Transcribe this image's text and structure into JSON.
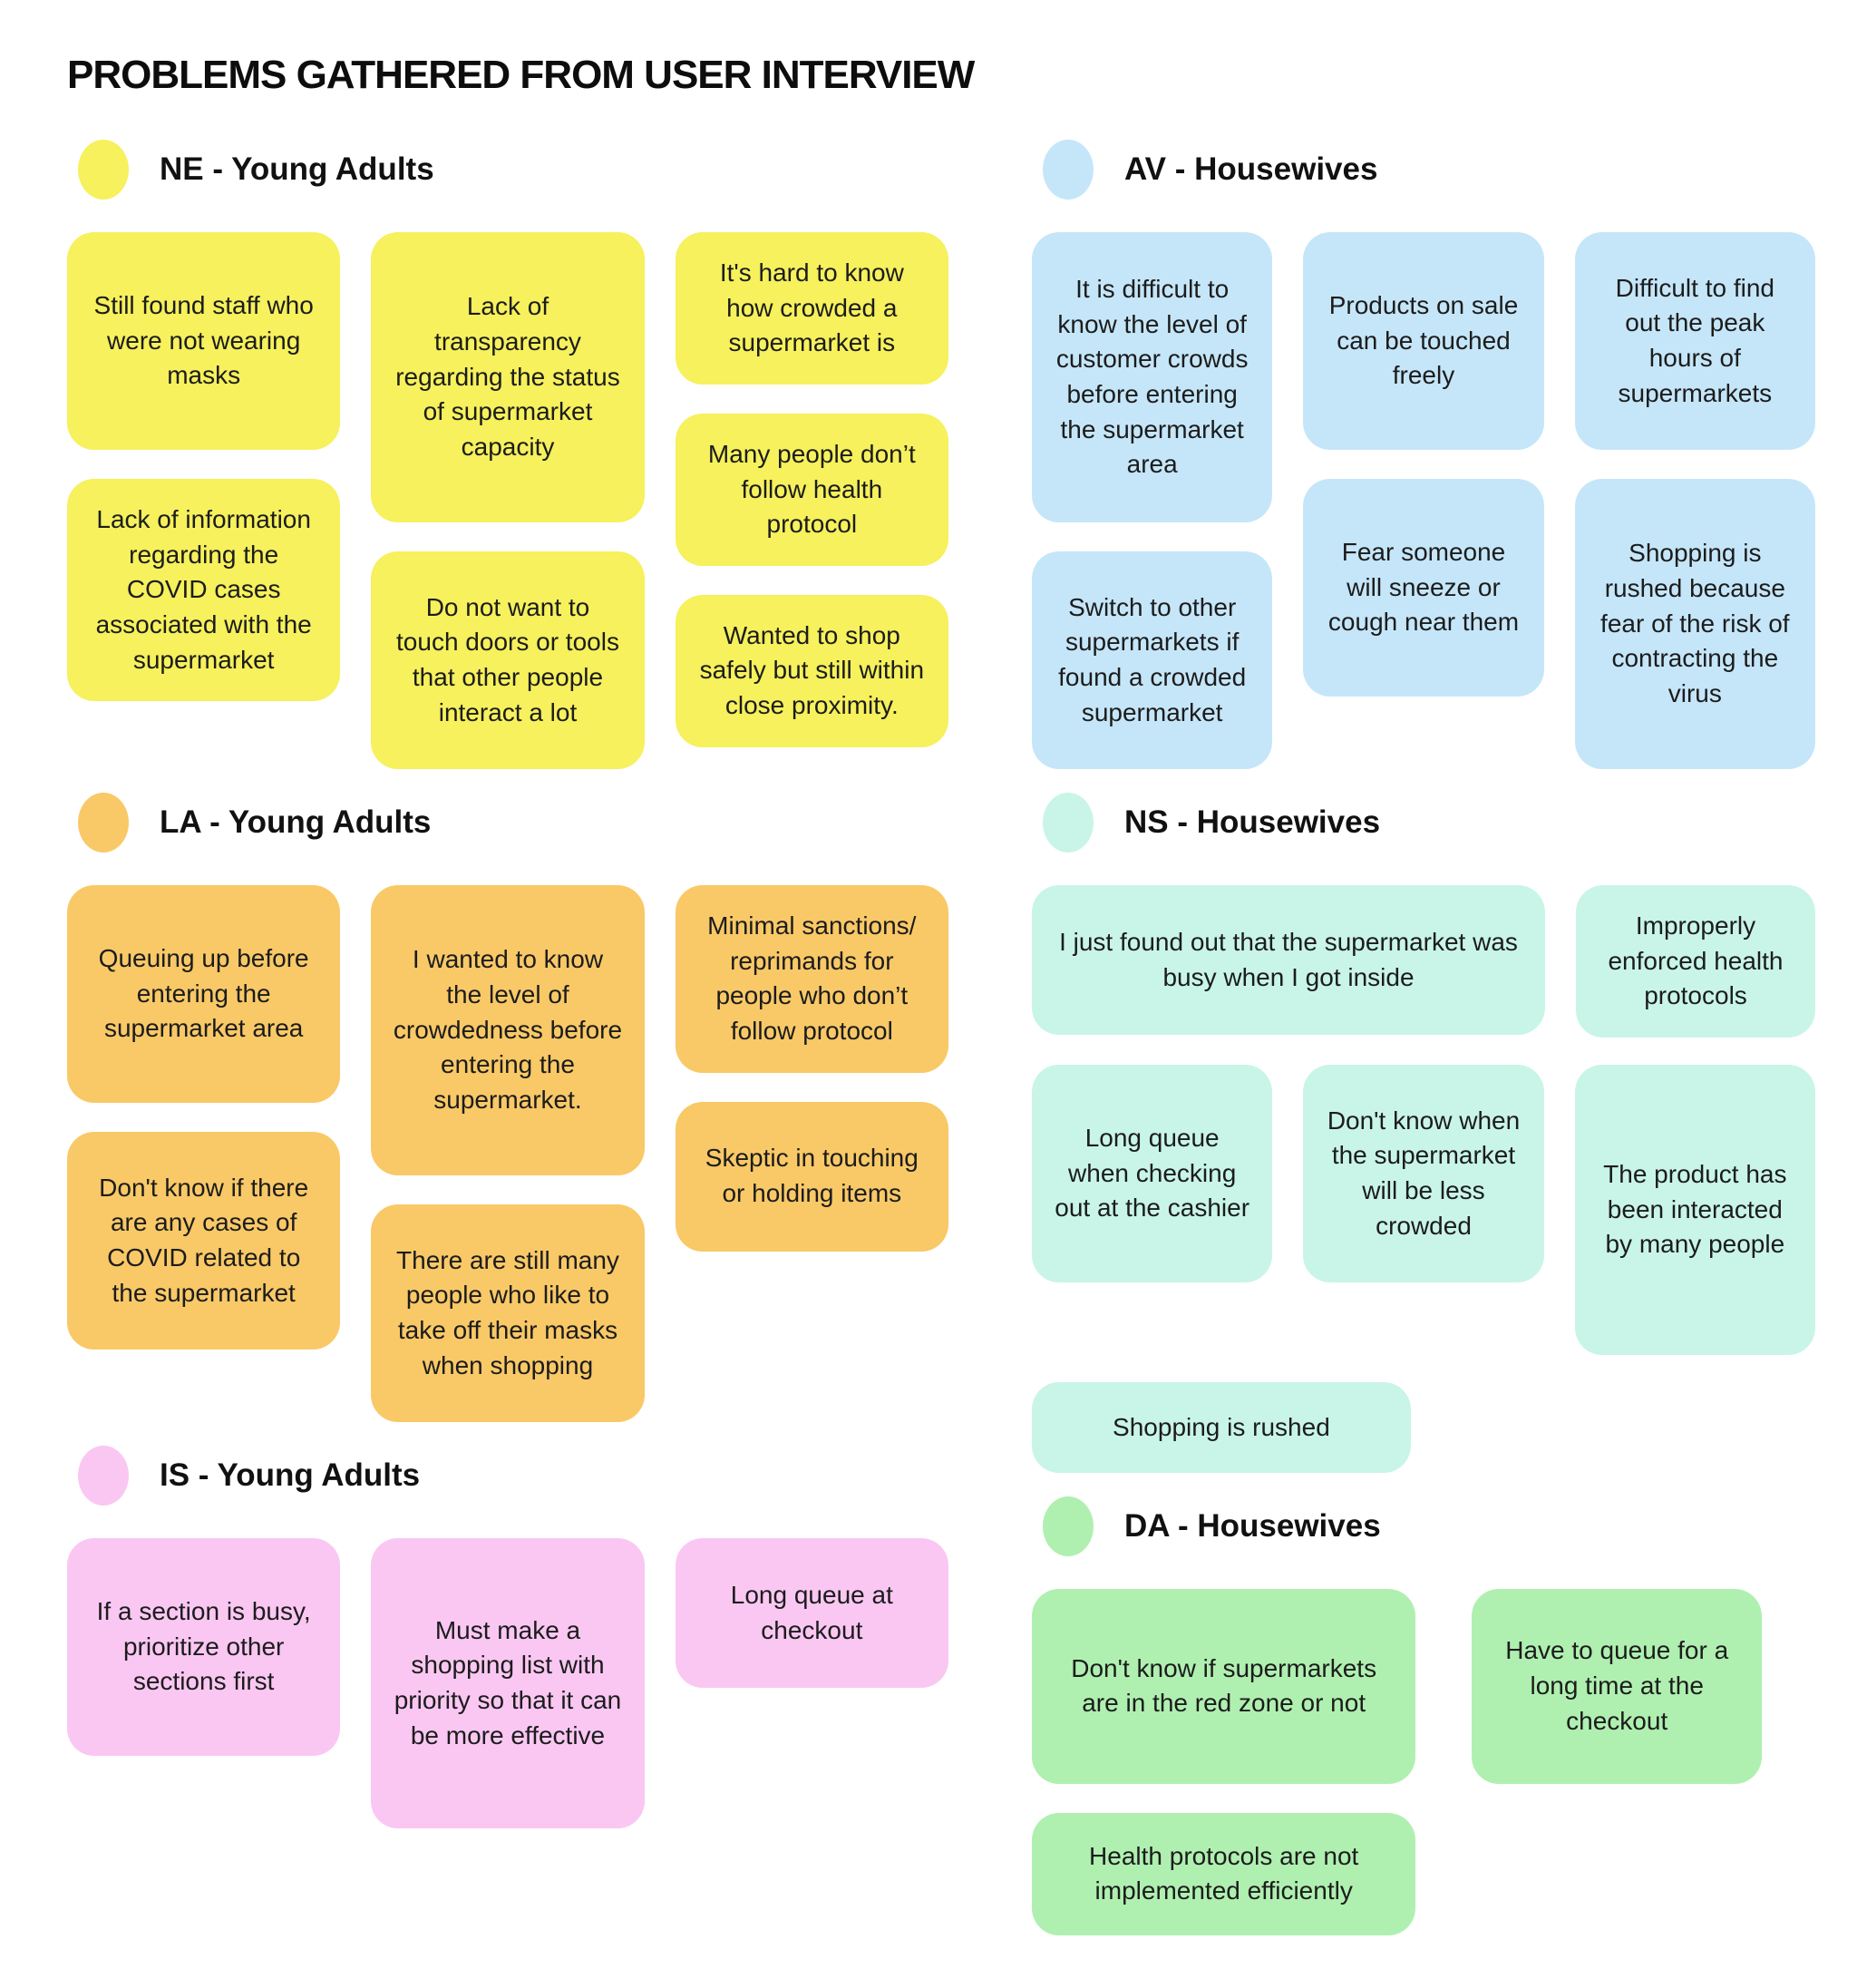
{
  "title": "PROBLEMS GATHERED FROM USER INTERVIEW",
  "palette": {
    "ne_yellow": "#F6F15C",
    "av_blue": "#C5E6F9",
    "la_orange": "#F9C967",
    "ns_mint": "#C8F5E7",
    "is_pink": "#FAC7F3",
    "da_green": "#AFF0B0",
    "text": "#1C1C1C",
    "background": "#FFFFFF"
  },
  "sections": {
    "ne": {
      "label": "NE - Young Adults",
      "columns": [
        [
          "Still found staff who were not wearing masks",
          "Lack of information regarding the COVID cases associated with the supermarket"
        ],
        [
          "Lack of transparency regarding the status of supermarket capacity",
          "Do not want to touch doors or tools that other people interact a lot"
        ],
        [
          "It's hard to know how crowded a supermarket is",
          "Many people don’t follow health protocol",
          "Wanted to shop safely but still within close proximity."
        ]
      ]
    },
    "av": {
      "label": "AV - Housewives",
      "columns": [
        [
          "It is difficult to know the level of customer crowds before entering the supermarket area",
          "Switch to other supermarkets if found a crowded supermarket"
        ],
        [
          "Products on sale can be touched freely",
          "Fear someone will sneeze or cough near them"
        ],
        [
          "Difficult to find out the peak hours of supermarkets",
          "Shopping is rushed because fear of the risk of contracting the virus"
        ]
      ]
    },
    "la": {
      "label": "LA - Young Adults",
      "columns": [
        [
          "Queuing up before entering the supermarket area",
          "Don't know if there are any cases of COVID related to the supermarket"
        ],
        [
          "I wanted to know the level of crowdedness before entering the supermarket.",
          "There are still many people who like to take off their masks when shopping"
        ],
        [
          "Minimal sanctions/ reprimands for people who don’t follow protocol",
          "Skeptic in touching or holding items"
        ]
      ]
    },
    "ns": {
      "label": "NS - Housewives",
      "wide": "I just found out that the supermarket was busy when I got inside",
      "side": "Improperly enforced health protocols",
      "row": [
        "Long queue when checking out at the cashier",
        "Don't know when the supermarket will be less crowded",
        "The product has been interacted by many people"
      ],
      "bottom": "Shopping is rushed"
    },
    "is": {
      "label": "IS - Young Adults",
      "notes": [
        "If a section is busy, prioritize other sections first",
        "Must make a shopping list with priority so that it can be more effective",
        "Long queue at checkout"
      ]
    },
    "da": {
      "label": "DA - Housewives",
      "row1": [
        "Don't know if supermarkets are in the red zone or not",
        "Have to queue for a long time at the checkout"
      ],
      "row2": "Health protocols are not implemented efficiently"
    }
  }
}
